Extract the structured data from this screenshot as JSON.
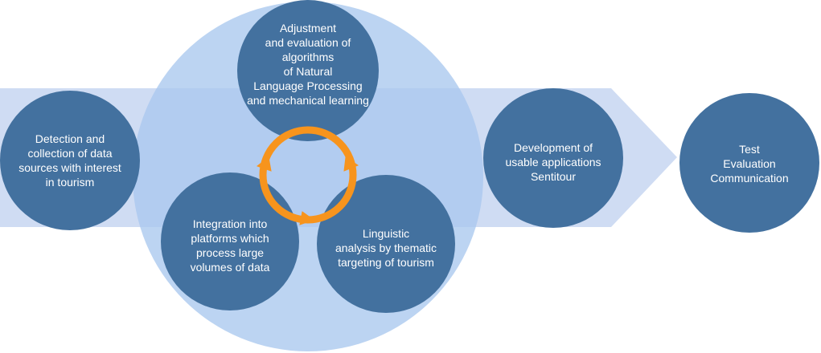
{
  "colors": {
    "arrow": "#cfdcf3",
    "big_circle": "#b3cff0",
    "node": "#43719f",
    "cycle": "#f7941d",
    "text": "#ffffff"
  },
  "nodes": {
    "detection": "Detection and\ncollection of data\nsources with interest\nin tourism",
    "adjustment": "Adjustment\nand evaluation of\nalgorithms\nof Natural\nLanguage Processing\nand mechanical learning",
    "integration": "Integration into\nplatforms which\nprocess large\nvolumes of data",
    "linguistic": "Linguistic\nanalysis by thematic\ntargeting of tourism",
    "development": "Development of\nusable applications\nSentitour",
    "test": "Test\nEvaluation\nCommunication"
  }
}
